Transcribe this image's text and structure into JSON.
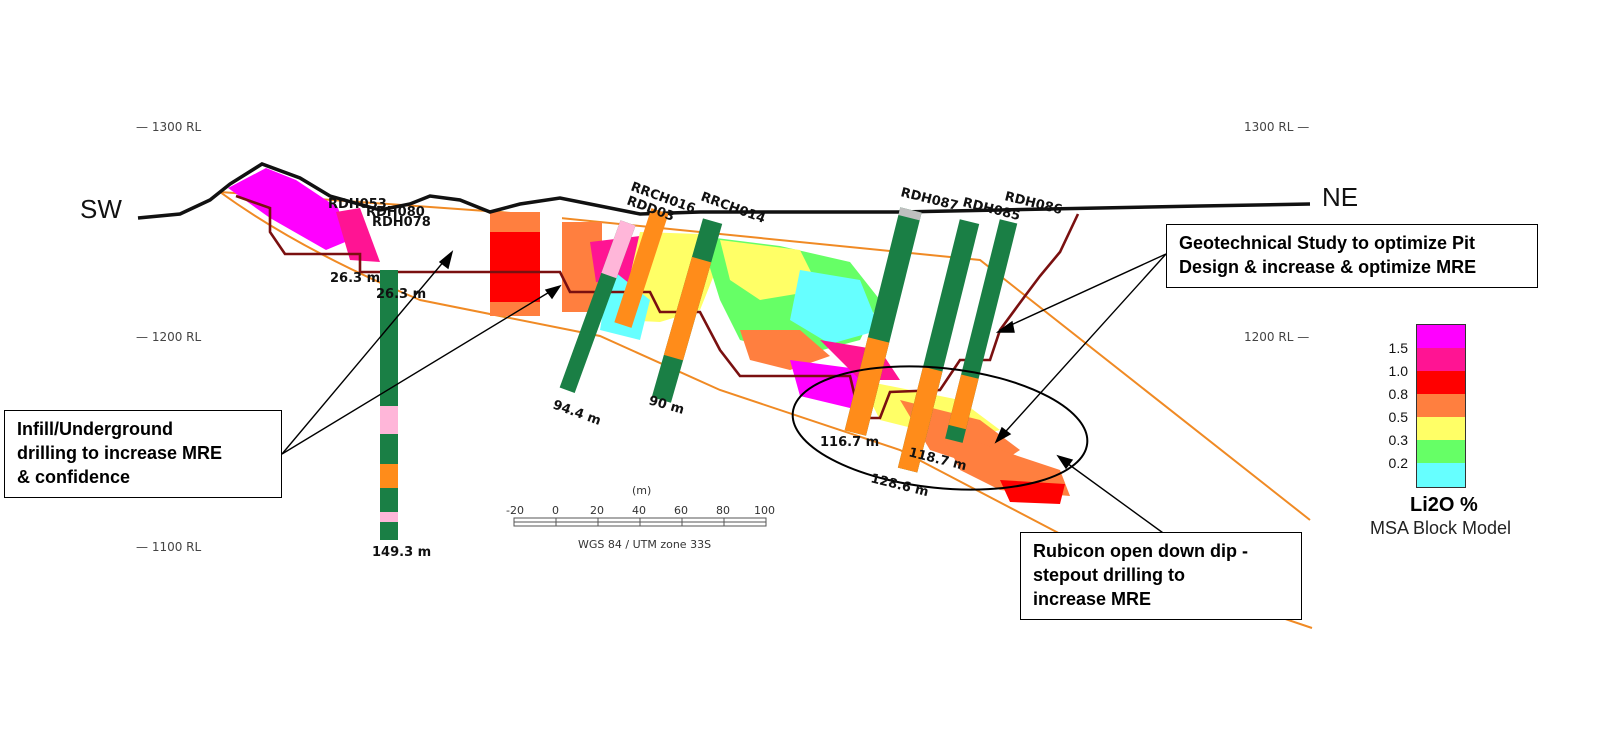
{
  "section": {
    "direction_left": "SW",
    "direction_right": "NE",
    "rl_labels": [
      "1300 RL",
      "1200 RL",
      "1100 RL"
    ]
  },
  "holes": [
    {
      "name": "RDH053",
      "depth": "26.3 m"
    },
    {
      "name": "RDH080",
      "depth": "26.3 m"
    },
    {
      "name": "RDH078",
      "depth": "149.3 m"
    },
    {
      "name": "RRCH016",
      "depth": ""
    },
    {
      "name": "RDD03",
      "depth": "94.4 m"
    },
    {
      "name": "RRCH014",
      "depth": "90 m"
    },
    {
      "name": "RDH087",
      "depth": "116.7 m"
    },
    {
      "name": "RDH085",
      "depth": "128.6 m"
    },
    {
      "name": "RDH086",
      "depth": "118.7 m"
    }
  ],
  "callouts": {
    "infill": [
      "Infill/Underground",
      "drilling to increase MRE",
      "& confidence"
    ],
    "geotech": [
      "Geotechnical Study to optimize Pit",
      "Design & increase & optimize MRE"
    ],
    "rubicon": [
      "Rubicon open down dip -",
      "stepout drilling to",
      "increase MRE"
    ]
  },
  "scale_bar": {
    "unit": "(m)",
    "ticks": [
      "-20",
      "0",
      "20",
      "40",
      "60",
      "80",
      "100"
    ],
    "projection": "WGS 84 / UTM zone 33S"
  },
  "legend": {
    "title": "Li2O %",
    "subtitle": "MSA Block Model",
    "ticks": [
      "1.5",
      "1.0",
      "0.8",
      "0.5",
      "0.3",
      "0.2"
    ],
    "colors": [
      "#ff00ff",
      "#ff1493",
      "#ff0000",
      "#ff7f3f",
      "#ffff66",
      "#66ff66",
      "#66ffff"
    ]
  }
}
